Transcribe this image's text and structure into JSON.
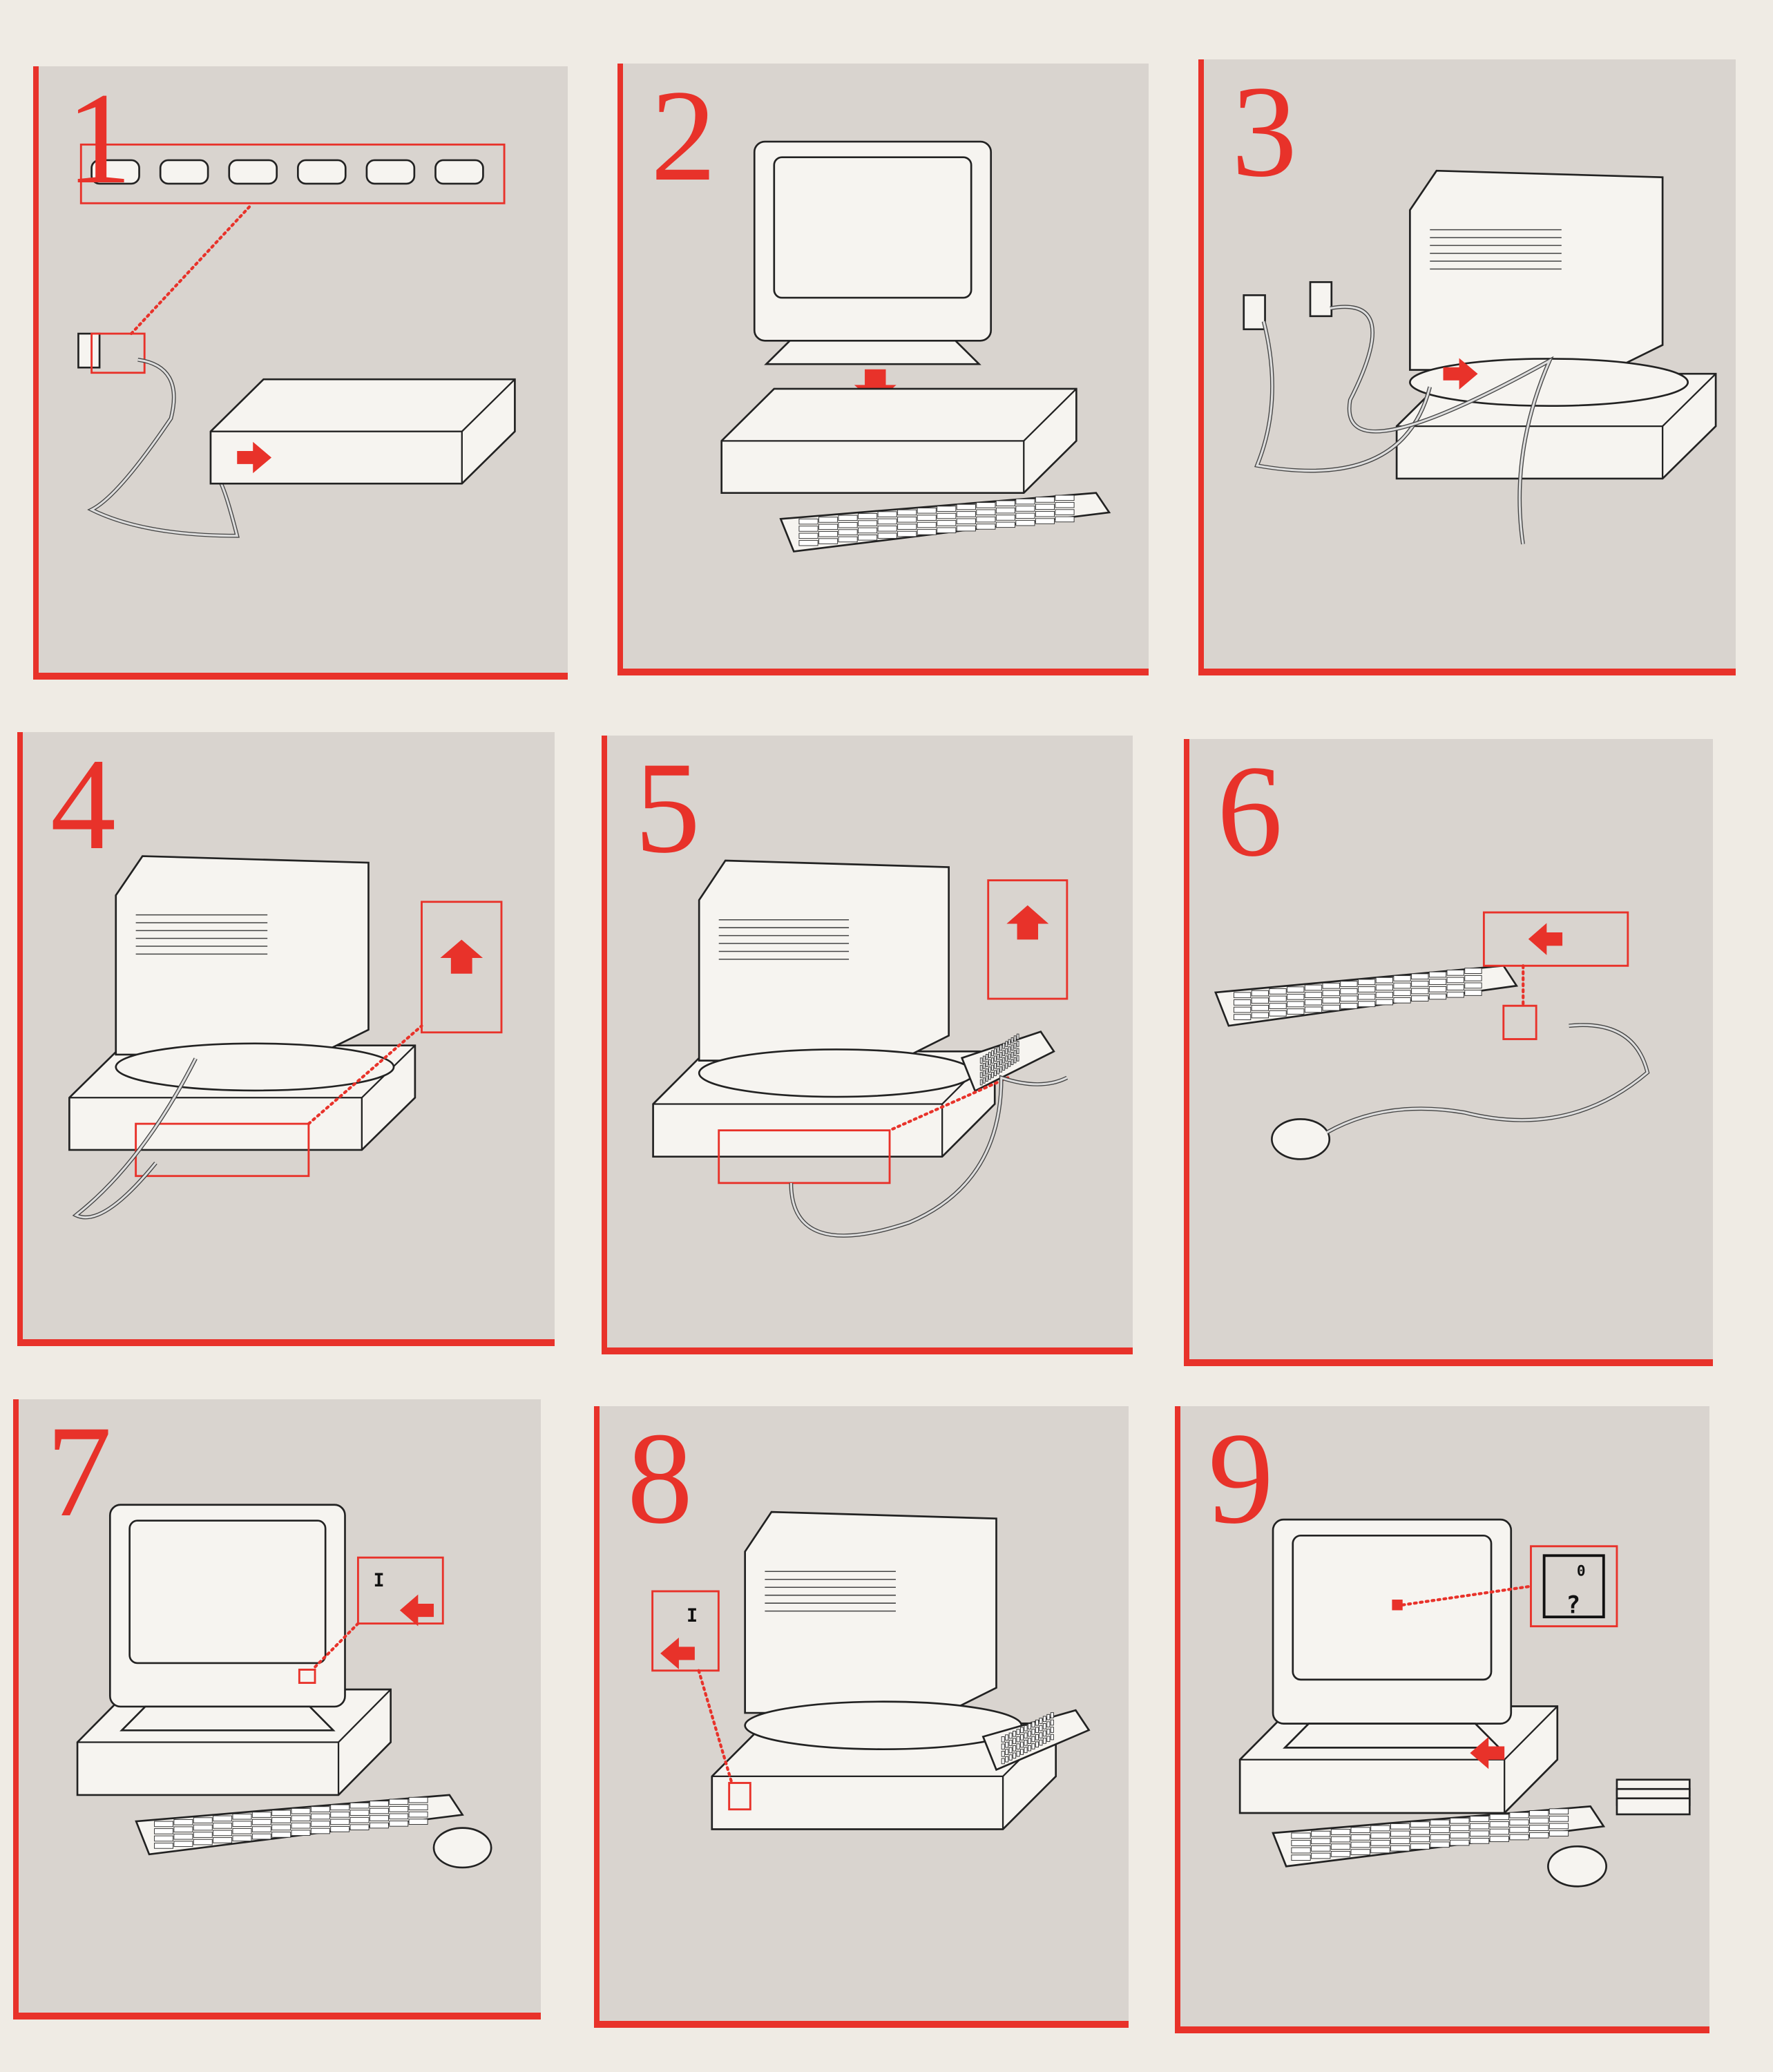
{
  "poster": {
    "accent_color": "#e8322a",
    "panel_color": "#d9d4cf",
    "steps": [
      {
        "number": "1",
        "scene": "plug-power-cord"
      },
      {
        "number": "2",
        "scene": "place-monitor-on-computer"
      },
      {
        "number": "3",
        "scene": "connect-monitor-power"
      },
      {
        "number": "4",
        "scene": "connect-monitor-cable"
      },
      {
        "number": "5",
        "scene": "connect-keyboard"
      },
      {
        "number": "6",
        "scene": "connect-mouse"
      },
      {
        "number": "7",
        "scene": "turn-on-monitor"
      },
      {
        "number": "8",
        "scene": "turn-on-computer"
      },
      {
        "number": "9",
        "scene": "insert-disk"
      }
    ],
    "switch_label": "I",
    "floppy_label": "?",
    "floppy_slot_label": "0"
  }
}
